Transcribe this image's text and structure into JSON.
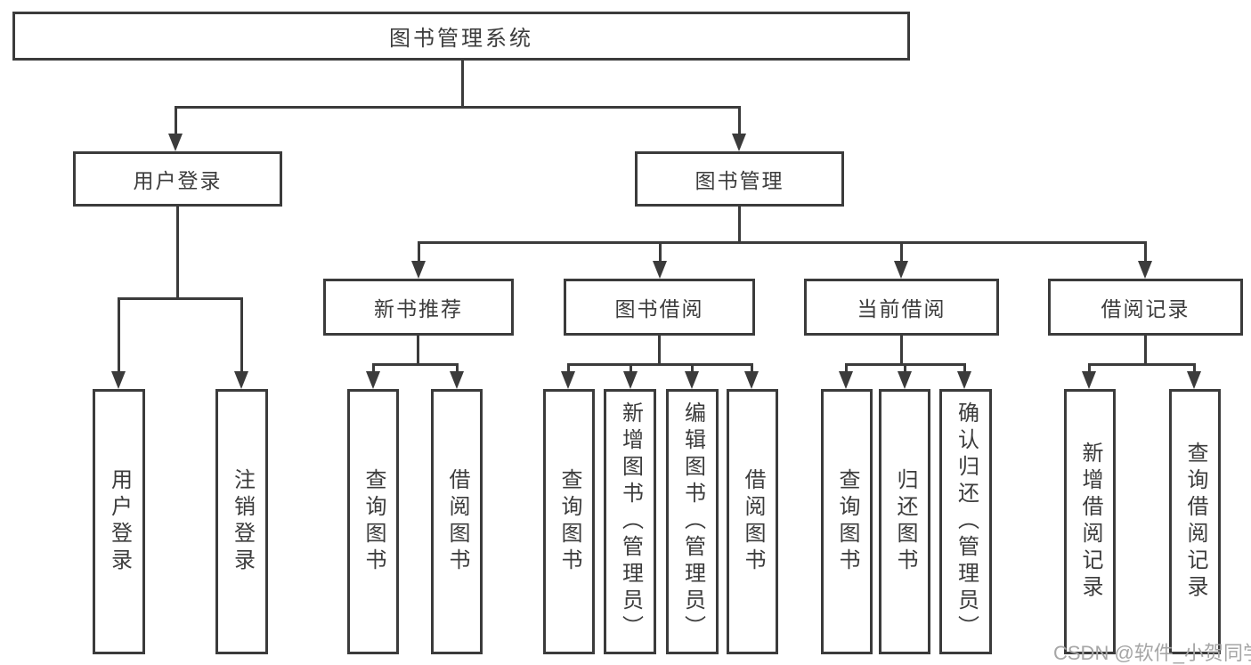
{
  "diagram": {
    "title": "图书管理系统",
    "root": {
      "label": "图书管理系统"
    },
    "level2": [
      {
        "label": "用户登录"
      },
      {
        "label": "图书管理"
      }
    ],
    "level3": [
      {
        "label": "新书推荐"
      },
      {
        "label": "图书借阅"
      },
      {
        "label": "当前借阅"
      },
      {
        "label": "借阅记录"
      }
    ],
    "leaves": [
      {
        "label": "用户登录",
        "parent": "用户登录"
      },
      {
        "label": "注销登录",
        "parent": "用户登录"
      },
      {
        "label": "查询图书",
        "parent": "新书推荐"
      },
      {
        "label": "借阅图书",
        "parent": "新书推荐"
      },
      {
        "label": "查询图书",
        "parent": "图书借阅"
      },
      {
        "label": "新增图书（管理员）",
        "parent": "图书借阅"
      },
      {
        "label": "编辑图书（管理员）",
        "parent": "图书借阅"
      },
      {
        "label": "借阅图书",
        "parent": "图书借阅"
      },
      {
        "label": "查询图书",
        "parent": "当前借阅"
      },
      {
        "label": "归还图书",
        "parent": "当前借阅"
      },
      {
        "label": "确认归还（管理员）",
        "parent": "当前借阅"
      },
      {
        "label": "新增借阅记录",
        "parent": "借阅记录"
      },
      {
        "label": "查询借阅记录",
        "parent": "借阅记录"
      }
    ],
    "watermark": "CSDN @软件_小贺同学",
    "colors": {
      "line": "#3b3b3b",
      "text": "#3c3c3c",
      "background": "#ffffff",
      "watermark": "#a6a6a6"
    }
  }
}
